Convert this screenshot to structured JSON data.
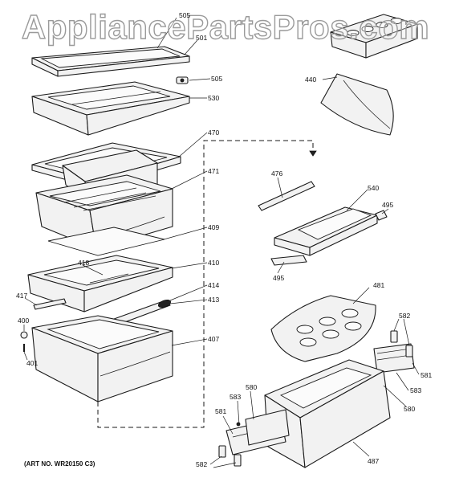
{
  "watermark": "AppliancePartsPros.com",
  "art_number": "(ART NO. WR20150 C3)",
  "part_labels": {
    "p505a": "505",
    "p501": "501",
    "p505b": "505",
    "p530": "530",
    "p470": "470",
    "p471": "471",
    "p409": "409",
    "p418": "418",
    "p410": "410",
    "p414": "414",
    "p417": "417",
    "p413": "413",
    "p400": "400",
    "p407": "407",
    "p401": "401",
    "p440": "440",
    "p476": "476",
    "p540": "540",
    "p495a": "495",
    "p495b": "495",
    "p481": "481",
    "p582a": "582",
    "p581a": "581",
    "p583a": "583",
    "p580a": "580",
    "p583b": "583",
    "p580b": "580",
    "p581b": "581",
    "p582b": "582",
    "p487": "487"
  }
}
